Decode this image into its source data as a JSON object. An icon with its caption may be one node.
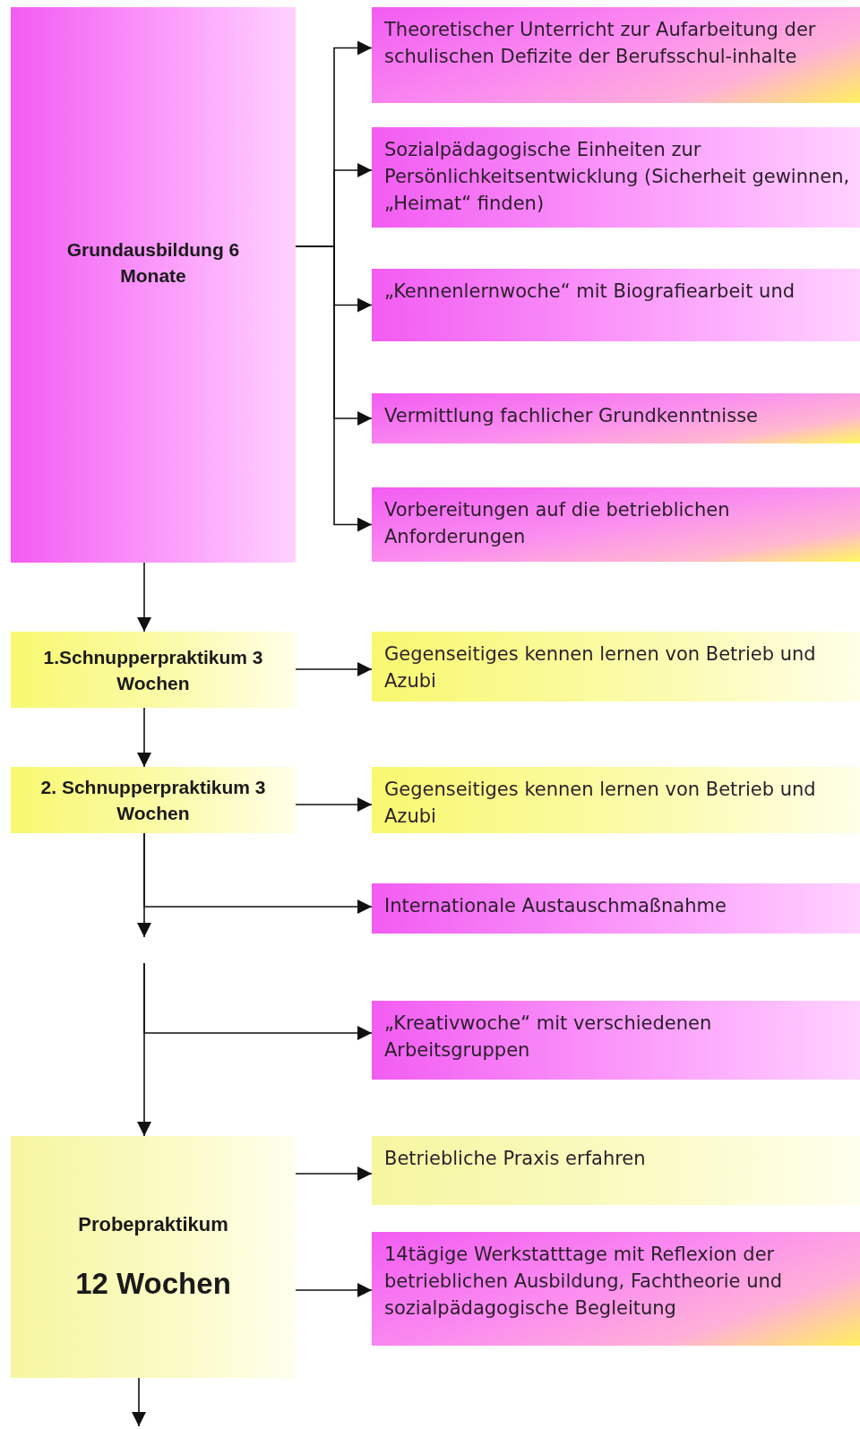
{
  "diagram": {
    "nodes": [
      {
        "text": [
          "Grundausbildung 6 Monate"
        ]
      },
      {
        "text": [
          "Theoretischer Unterricht zur Aufarbeitung der schulischen Defizite der Berufsschul-inhalte"
        ]
      },
      {
        "text": [
          "Sozialpädagogische Einheiten zur Persönlichkeitsentwicklung (Sicherheit gewinnen, „Heimat“ finden)"
        ]
      },
      {
        "text": [
          "„Kennenlernwoche“ mit Biografiearbeit und"
        ]
      },
      {
        "text": [
          "Vermittlung fachlicher Grundkenntnisse"
        ]
      },
      {
        "text": [
          "Vorbereitungen auf die betrieblichen Anforderungen"
        ]
      },
      {
        "text": [
          "1.Schnupperpraktikum 3 Wochen"
        ]
      },
      {
        "text": [
          "Gegenseitiges kennen lernen von Betrieb und Azubi"
        ]
      },
      {
        "text": [
          "2. Schnupperpraktikum 3 Wochen"
        ]
      },
      {
        "text": [
          "Gegenseitiges kennen lernen von Betrieb und Azubi"
        ]
      },
      {
        "text": [
          "Internationale Austauschmaßnahme"
        ]
      },
      {
        "text": [
          "„Kreativwoche“ mit verschiedenen Arbeitsgruppen"
        ]
      },
      {
        "text": [
          "Probepraktikum",
          "12 Wochen"
        ]
      },
      {
        "text": [
          "Betriebliche Praxis erfahren"
        ]
      },
      {
        "text": [
          "14tägige Werkstatttage mit Reflexion der betrieblichen Ausbildung, Fachtheorie und sozialpädagogische Begleitung"
        ]
      }
    ],
    "edges": [
      {
        "from": 0,
        "to": 1,
        "arrow": "to"
      },
      {
        "from": 0,
        "to": 2,
        "arrow": "to"
      },
      {
        "from": 0,
        "to": 3,
        "arrow": "to"
      },
      {
        "from": 0,
        "to": 4,
        "arrow": "to"
      },
      {
        "from": 0,
        "to": 5,
        "arrow": "to"
      },
      {
        "from": 0,
        "to": 6,
        "arrow": "to"
      },
      {
        "from": 6,
        "to": 7,
        "arrow": "to"
      },
      {
        "from": 6,
        "to": 8,
        "arrow": "to"
      },
      {
        "from": 8,
        "to": 9,
        "arrow": "to"
      },
      {
        "from": 8,
        "to": 10,
        "arrow": "to"
      },
      {
        "from": 8,
        "to": null,
        "arrow": "to"
      },
      {
        "from": null,
        "to": 11,
        "arrow": "to"
      },
      {
        "from": null,
        "to": 12,
        "arrow": "to"
      },
      {
        "from": 12,
        "to": 13,
        "arrow": "to"
      },
      {
        "from": 12,
        "to": 14,
        "arrow": "to"
      },
      {
        "from": 12,
        "to": null,
        "arrow": "to"
      }
    ]
  }
}
